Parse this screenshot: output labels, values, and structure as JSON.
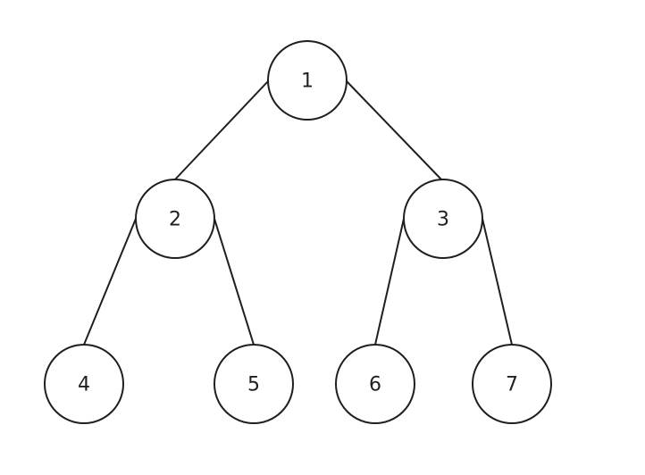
{
  "tree": {
    "nodes": [
      {
        "id": "1",
        "label": "1"
      },
      {
        "id": "2",
        "label": "2"
      },
      {
        "id": "3",
        "label": "3"
      },
      {
        "id": "4",
        "label": "4"
      },
      {
        "id": "5",
        "label": "5"
      },
      {
        "id": "6",
        "label": "6"
      },
      {
        "id": "7",
        "label": "7"
      }
    ],
    "edges": [
      {
        "from": "1",
        "to": "2"
      },
      {
        "from": "1",
        "to": "3"
      },
      {
        "from": "2",
        "to": "4"
      },
      {
        "from": "2",
        "to": "5"
      },
      {
        "from": "3",
        "to": "6"
      },
      {
        "from": "3",
        "to": "7"
      }
    ],
    "colors": {
      "stroke": "#1f1f1f",
      "fill": "#ffffff",
      "text": "#1f1f1f"
    }
  }
}
